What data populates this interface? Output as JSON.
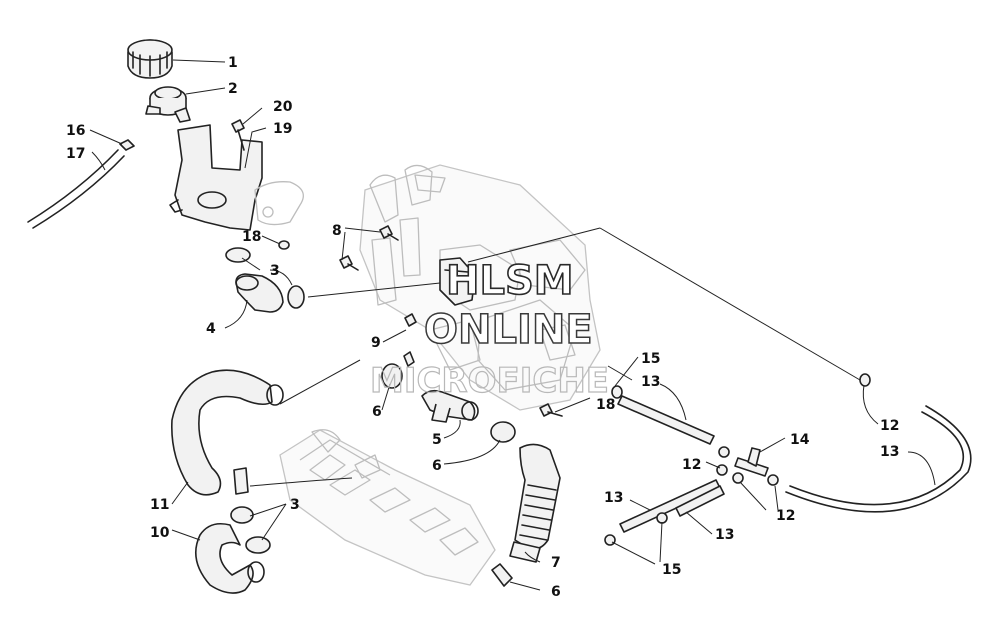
{
  "diagram": {
    "callouts": {
      "c1": "1",
      "c2": "2",
      "c3a": "3",
      "c3b": "3",
      "c4": "4",
      "c5": "5",
      "c6a": "6",
      "c6b": "6",
      "c6c": "6",
      "c7": "7",
      "c8": "8",
      "c9": "9",
      "c10": "10",
      "c11": "11",
      "c12a": "12",
      "c12b": "12",
      "c12c": "12",
      "c13a": "13",
      "c13b": "13",
      "c13c": "13",
      "c13d": "13",
      "c14": "14",
      "c15a": "15",
      "c15b": "15",
      "c16": "16",
      "c17": "17",
      "c18a": "18",
      "c18b": "18",
      "c19": "19",
      "c20": "20"
    },
    "watermark": {
      "line1": "HLSM",
      "line2": "ONLINE",
      "line3": "MICROFICHE"
    }
  }
}
